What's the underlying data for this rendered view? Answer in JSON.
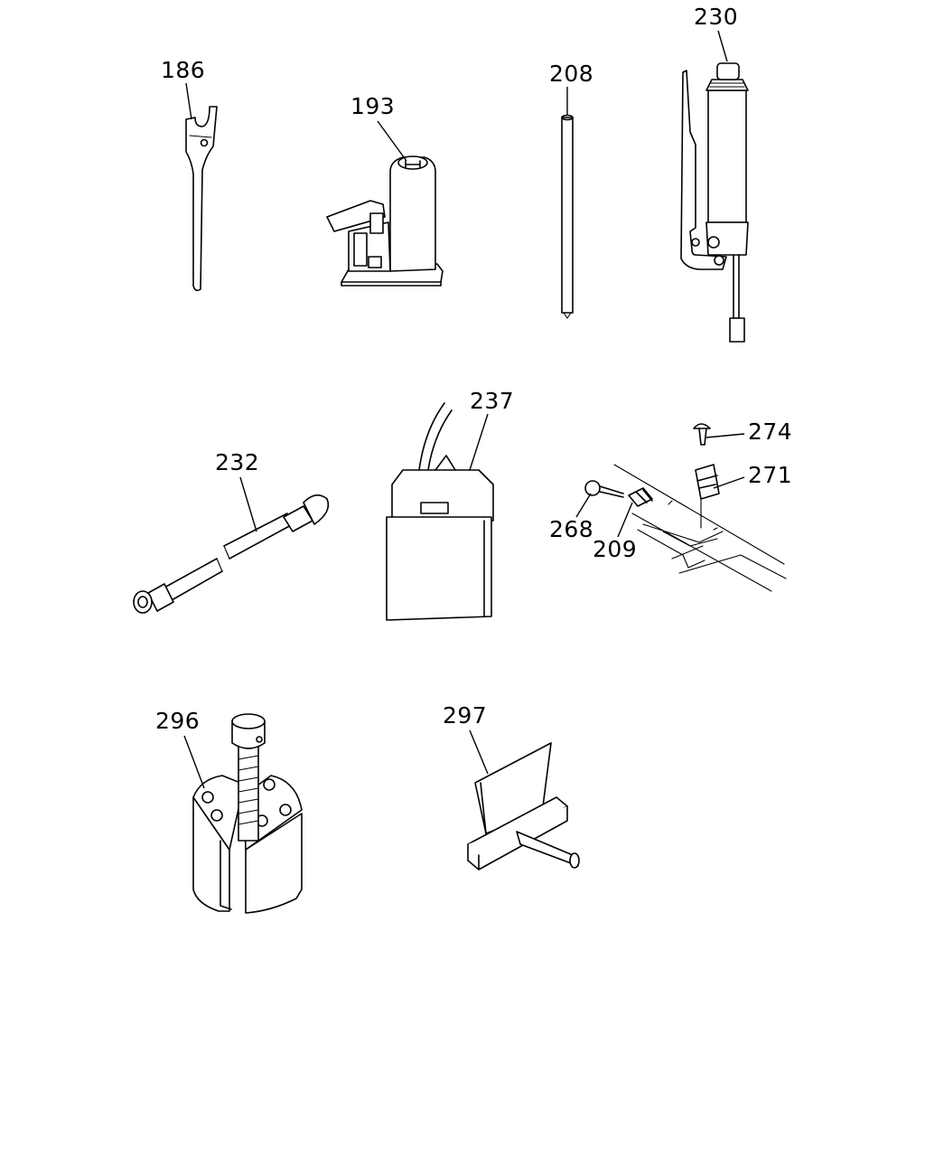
{
  "parts": [
    {
      "label": "186",
      "icon": "spanner-wrench-icon"
    },
    {
      "label": "193",
      "icon": "bottle-jack-icon"
    },
    {
      "label": "208",
      "icon": "rod-icon"
    },
    {
      "label": "230",
      "icon": "grease-gun-icon"
    },
    {
      "label": "232",
      "icon": "extension-hose-icon"
    },
    {
      "label": "237",
      "icon": "tool-bag-icon"
    },
    {
      "label": "274",
      "icon": "screw-icon"
    },
    {
      "label": "271",
      "icon": "bracket-icon"
    },
    {
      "label": "268",
      "icon": "screw-icon"
    },
    {
      "label": "209",
      "icon": "clamp-icon"
    },
    {
      "label": "296",
      "icon": "puller-icon"
    },
    {
      "label": "297",
      "icon": "scraper-tool-icon"
    }
  ]
}
